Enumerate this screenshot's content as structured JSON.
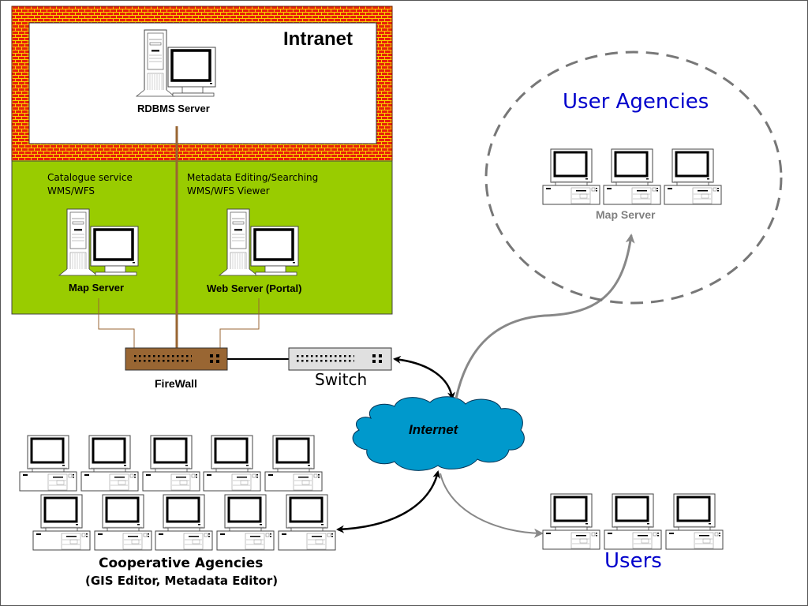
{
  "intranet": {
    "title": "Intranet",
    "rdbms_label": "RDBMS Server"
  },
  "dmz": {
    "map_server": {
      "desc_line1": "Catalogue service",
      "desc_line2": "WMS/WFS",
      "label": "Map Server"
    },
    "web_server": {
      "desc_line1": "Metadata Editing/Searching",
      "desc_line2": "WMS/WFS Viewer",
      "label": "Web Server (Portal)"
    }
  },
  "network": {
    "firewall_label": "FireWall",
    "switch_label": "Switch",
    "internet_label": "Internet"
  },
  "user_agencies": {
    "title": "User Agencies",
    "server_label": "Map Server",
    "computer_count": 3
  },
  "cooperative_agencies": {
    "title": "Cooperative Agencies",
    "subtitle": "(GIS Editor, Metadata Editor)",
    "computer_count": 10
  },
  "users": {
    "title": "Users",
    "computer_count": 3
  },
  "colors": {
    "brick_red": "#e8200a",
    "brick_mortar": "#f7d000",
    "dmz_green": "#99cc00",
    "firewall_brown": "#996633",
    "cloud_blue": "#0099cc",
    "label_blue": "#0000cc",
    "gray": "#808080"
  }
}
